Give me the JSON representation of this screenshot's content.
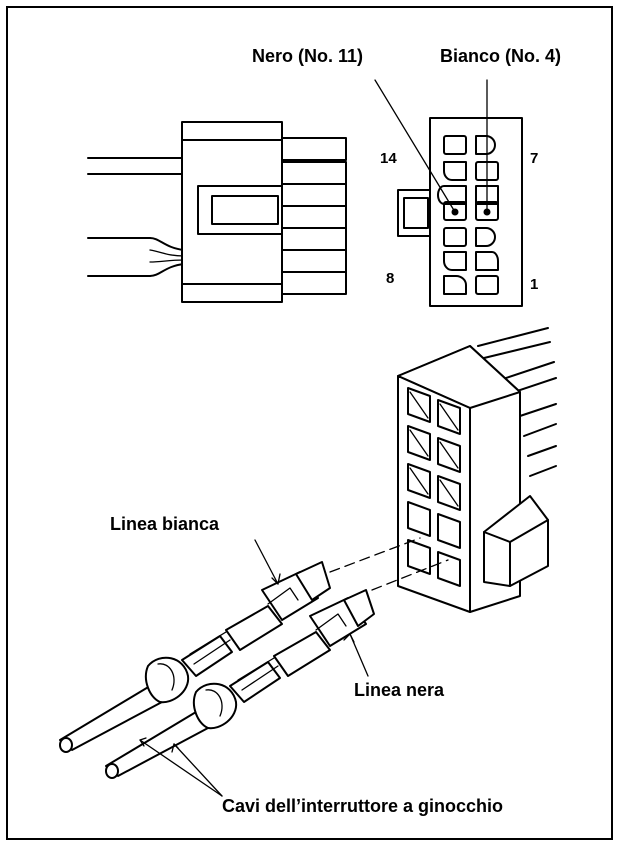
{
  "labels": {
    "black_wire_pin": "Nero (No. 11)",
    "white_wire_pin": "Bianco (No. 4)",
    "pin_14": "14",
    "pin_7": "7",
    "pin_8": "8",
    "pin_1": "1",
    "white_line": "Linea bianca",
    "black_line": "Linea nera",
    "knee_switch_cables": "Cavi dell’interruttore a ginocchio"
  }
}
